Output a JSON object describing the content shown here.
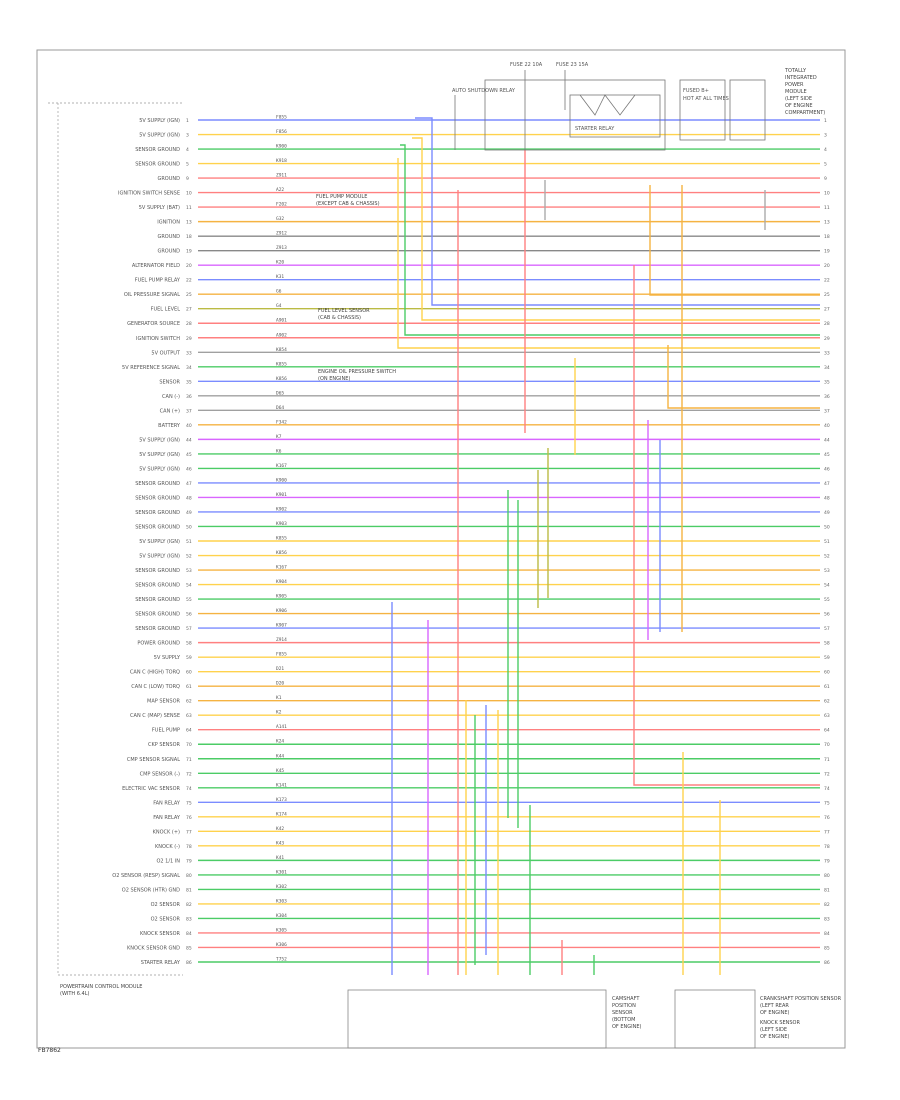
{
  "footer_code": "FB7862",
  "connector_note": [
    "POWERTRAIN CONTROL MODULE",
    "(WITH 6.4L)"
  ],
  "top_right_note": [
    "TOTALLY",
    "INTEGRATED",
    "POWER",
    "MODULE",
    "(LEFT SIDE",
    "OF ENGINE",
    "COMPARTMENT)"
  ],
  "top_labels": [
    "FUSE 22 10A",
    "FUSE 23 15A",
    "AUTO SHUTDOWN RELAY",
    "STARTER RELAY",
    "FUSED B+",
    "HOT AT ALL TIMES"
  ],
  "bottom_left_box": [
    "CAMSHAFT",
    "POSITION",
    "SENSOR",
    "(BOTTOM",
    "OF ENGINE)"
  ],
  "bottom_right_box_a": [
    "CRANKSHAFT POSITION SENSOR",
    "(LEFT REAR",
    "OF ENGINE)"
  ],
  "bottom_right_box_b": [
    "KNOCK SENSOR",
    "(LEFT SIDE",
    "OF ENGINE)"
  ],
  "annotations": [
    "FUEL PUMP MODULE",
    "(EXCEPT CAB & CHASSIS)",
    "FUEL LEVEL SENSOR",
    "(CAB & CHASSIS)",
    "ENGINE OIL PRESSURE SWITCH",
    "(ON ENGINE)"
  ],
  "pins": [
    {
      "num": "1",
      "label": "5V SUPPLY (IGN)",
      "code": "F855",
      "color": "#7b8cff"
    },
    {
      "num": "3",
      "label": "5V SUPPLY (IGN)",
      "code": "F856",
      "color": "#ffd24d"
    },
    {
      "num": "4",
      "label": "SENSOR GROUND",
      "code": "K900",
      "color": "#4ccc66"
    },
    {
      "num": "5",
      "label": "SENSOR GROUND",
      "code": "K918",
      "color": "#ffd24d"
    },
    {
      "num": "9",
      "label": "GROUND",
      "code": "Z911",
      "color": "#ff8080"
    },
    {
      "num": "10",
      "label": "IGNITION SWITCH SENSE",
      "code": "A22",
      "color": "#ff8080"
    },
    {
      "num": "11",
      "label": "5V SUPPLY (BAT)",
      "code": "F202",
      "color": "#ff8080"
    },
    {
      "num": "13",
      "label": "IGNITION",
      "code": "G32",
      "color": "#f5b342"
    },
    {
      "num": "18",
      "label": "GROUND",
      "code": "Z912",
      "color": "#888888"
    },
    {
      "num": "19",
      "label": "GROUND",
      "code": "Z913",
      "color": "#888888"
    },
    {
      "num": "20",
      "label": "ALTERNATOR FIELD",
      "code": "K20",
      "color": "#d966ff"
    },
    {
      "num": "22",
      "label": "FUEL PUMP RELAY",
      "code": "K31",
      "color": "#7b8cff"
    },
    {
      "num": "25",
      "label": "OIL PRESSURE SIGNAL",
      "code": "G6",
      "color": "#f5b342"
    },
    {
      "num": "27",
      "label": "FUEL LEVEL",
      "code": "G4",
      "color": "#bbbb44"
    },
    {
      "num": "28",
      "label": "GENERATOR SOURCE",
      "code": "A901",
      "color": "#ff8080"
    },
    {
      "num": "29",
      "label": "IGNITION SWITCH",
      "code": "A902",
      "color": "#ff8080"
    },
    {
      "num": "33",
      "label": "5V OUTPUT",
      "code": "K854",
      "color": "#a0a0a0"
    },
    {
      "num": "34",
      "label": "5V REFERENCE SIGNAL",
      "code": "K855",
      "color": "#4ccc66"
    },
    {
      "num": "35",
      "label": "SENSOR",
      "code": "K856",
      "color": "#7b8cff"
    },
    {
      "num": "36",
      "label": "CAN (-)",
      "code": "D65",
      "color": "#a0a0a0"
    },
    {
      "num": "37",
      "label": "CAN (+)",
      "code": "D64",
      "color": "#a0a0a0"
    },
    {
      "num": "40",
      "label": "BATTERY",
      "code": "F342",
      "color": "#f5b342"
    },
    {
      "num": "44",
      "label": "5V SUPPLY (IGN)",
      "code": "K7",
      "color": "#d966ff"
    },
    {
      "num": "45",
      "label": "5V SUPPLY (IGN)",
      "code": "K6",
      "color": "#4ccc66"
    },
    {
      "num": "46",
      "label": "5V SUPPLY (IGN)",
      "code": "K167",
      "color": "#4ccc66"
    },
    {
      "num": "47",
      "label": "SENSOR GROUND",
      "code": "K900",
      "color": "#7b8cff"
    },
    {
      "num": "48",
      "label": "SENSOR GROUND",
      "code": "K901",
      "color": "#d966ff"
    },
    {
      "num": "49",
      "label": "SENSOR GROUND",
      "code": "K902",
      "color": "#7b8cff"
    },
    {
      "num": "50",
      "label": "SENSOR GROUND",
      "code": "K903",
      "color": "#4ccc66"
    },
    {
      "num": "51",
      "label": "5V SUPPLY (IGN)",
      "code": "K855",
      "color": "#ffd24d"
    },
    {
      "num": "52",
      "label": "5V SUPPLY (IGN)",
      "code": "K856",
      "color": "#ffd24d"
    },
    {
      "num": "53",
      "label": "SENSOR GROUND",
      "code": "K167",
      "color": "#f5b342"
    },
    {
      "num": "54",
      "label": "SENSOR GROUND",
      "code": "K904",
      "color": "#ffd24d"
    },
    {
      "num": "55",
      "label": "SENSOR GROUND",
      "code": "K905",
      "color": "#4ccc66"
    },
    {
      "num": "56",
      "label": "SENSOR GROUND",
      "code": "K906",
      "color": "#f5b342"
    },
    {
      "num": "57",
      "label": "SENSOR GROUND",
      "code": "K907",
      "color": "#7b8cff"
    },
    {
      "num": "58",
      "label": "POWER GROUND",
      "code": "Z914",
      "color": "#ff8080"
    },
    {
      "num": "59",
      "label": "5V SUPPLY",
      "code": "F855",
      "color": "#ffd24d"
    },
    {
      "num": "60",
      "label": "CAN C (HIGH) TORQ",
      "code": "D21",
      "color": "#ffd24d"
    },
    {
      "num": "61",
      "label": "CAN C (LOW) TORQ",
      "code": "D20",
      "color": "#f5b342"
    },
    {
      "num": "62",
      "label": "MAP SENSOR",
      "code": "K1",
      "color": "#f5b342"
    },
    {
      "num": "63",
      "label": "CAN C (MAP) SENSE",
      "code": "K2",
      "color": "#ffd24d"
    },
    {
      "num": "64",
      "label": "FUEL PUMP",
      "code": "A141",
      "color": "#ff8080"
    },
    {
      "num": "70",
      "label": "CKP SENSOR",
      "code": "K24",
      "color": "#4ccc66"
    },
    {
      "num": "71",
      "label": "CMP SENSOR SIGNAL",
      "code": "K44",
      "color": "#4ccc66"
    },
    {
      "num": "72",
      "label": "CMP SENSOR (-)",
      "code": "K45",
      "color": "#4ccc66"
    },
    {
      "num": "74",
      "label": "ELECTRIC VAC SENSOR",
      "code": "K141",
      "color": "#4ccc66"
    },
    {
      "num": "75",
      "label": "FAN RELAY",
      "code": "K173",
      "color": "#7b8cff"
    },
    {
      "num": "76",
      "label": "FAN RELAY",
      "code": "K174",
      "color": "#ffd24d"
    },
    {
      "num": "77",
      "label": "KNOCK (+)",
      "code": "K42",
      "color": "#ffd24d"
    },
    {
      "num": "78",
      "label": "KNOCK (-)",
      "code": "K43",
      "color": "#ffd24d"
    },
    {
      "num": "79",
      "label": "O2 1/1 IN",
      "code": "K41",
      "color": "#4ccc66"
    },
    {
      "num": "80",
      "label": "O2 SENSOR (RESP) SIGNAL",
      "code": "K301",
      "color": "#4ccc66"
    },
    {
      "num": "81",
      "label": "O2 SENSOR (HTR) GND",
      "code": "K302",
      "color": "#4ccc66"
    },
    {
      "num": "82",
      "label": "O2 SENSOR",
      "code": "K303",
      "color": "#ffd24d"
    },
    {
      "num": "83",
      "label": "O2 SENSOR",
      "code": "K304",
      "color": "#4ccc66"
    },
    {
      "num": "84",
      "label": "KNOCK SENSOR",
      "code": "K305",
      "color": "#ff8080"
    },
    {
      "num": "85",
      "label": "KNOCK SENSOR GND",
      "code": "K306",
      "color": "#ff8080"
    },
    {
      "num": "86",
      "label": "STARTER RELAY",
      "code": "T752",
      "color": "#4ccc66"
    }
  ]
}
